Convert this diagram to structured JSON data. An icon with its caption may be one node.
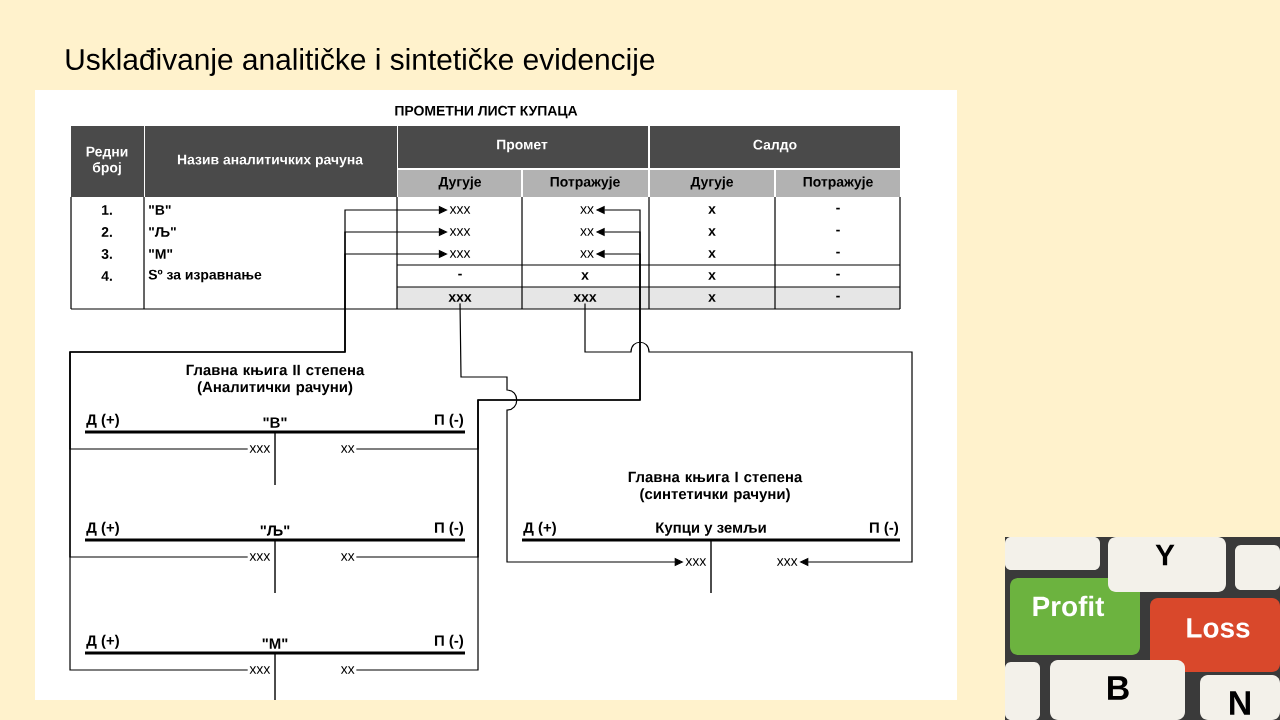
{
  "diagram": {
    "title": "Usklađivanje analitičke i sintetičke evidencije",
    "nodes": [
      {
        "text": [
          "xxx"
        ]
      },
      {
        "text": [
          "xx"
        ]
      },
      {
        "text": [
          "xxx"
        ]
      },
      {
        "text": [
          "xx"
        ]
      },
      {
        "text": [
          "xxx"
        ]
      },
      {
        "text": [
          "xx"
        ]
      },
      {
        "text": [
          "xxx"
        ]
      },
      {
        "text": [
          "xxx"
        ]
      },
      {
        "text": [
          "Д (+)",
          "\"В\"",
          "П (-)"
        ]
      },
      {
        "text": [
          "xxx"
        ],
        "in": 8
      },
      {
        "text": [
          "xx"
        ],
        "in": 8
      },
      {
        "text": [
          "Д (+)",
          "\"Љ\"",
          "П (-)"
        ]
      },
      {
        "text": [
          "xxx"
        ],
        "in": 11
      },
      {
        "text": [
          "xx"
        ],
        "in": 11
      },
      {
        "text": [
          "Д (+)",
          "\"М\"",
          "П (-)"
        ]
      },
      {
        "text": [
          "xxx"
        ],
        "in": 14
      },
      {
        "text": [
          "xx"
        ],
        "in": 14
      },
      {
        "text": [
          "Д (+)",
          "Купци у земљи",
          "П (-)"
        ]
      },
      {
        "text": [
          "xxx"
        ],
        "in": 17
      },
      {
        "text": [
          "xxx"
        ],
        "in": 17
      }
    ],
    "edges": [
      {
        "from": 9,
        "to": 0,
        "arrow": "to"
      },
      {
        "from": 12,
        "to": 2,
        "arrow": "to"
      },
      {
        "from": 15,
        "to": 4,
        "arrow": "to"
      },
      {
        "from": 10,
        "to": 1,
        "arrow": "to"
      },
      {
        "from": 13,
        "to": 3,
        "arrow": "to"
      },
      {
        "from": 16,
        "to": 5,
        "arrow": "to"
      },
      {
        "from": 6,
        "to": 18,
        "arrow": "to"
      },
      {
        "from": 7,
        "to": 19,
        "arrow": "to"
      }
    ],
    "labels": [
      "ПРОМЕТНИ ЛИСТ КУПАЦА",
      "Редни број",
      "Назив аналитичких рачуна",
      "Промет",
      "Салдо",
      "Дугује",
      "Потражује",
      "Дугује",
      "Потражује",
      "1.",
      "\"В\"",
      "x",
      "-",
      "2.",
      "\"Љ\"",
      "x",
      "-",
      "3.",
      "\"М\"",
      "x",
      "-",
      "4.",
      "Sº за изравнање",
      "-",
      "x",
      "x",
      "-",
      "x",
      "-",
      "Главна књига II степена (Аналитички рачуни)",
      "Главна књига I степена (синтетички рачуни)",
      "Profit",
      "Loss",
      "Y",
      "B",
      "N"
    ]
  }
}
